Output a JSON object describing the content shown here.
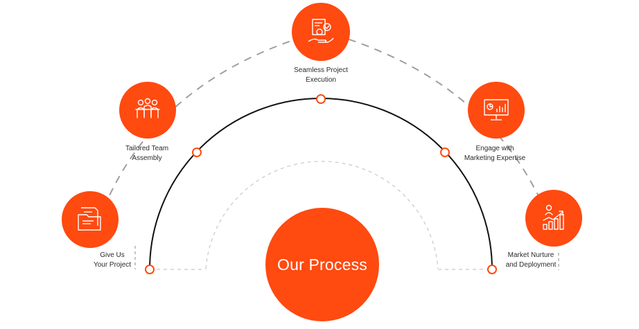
{
  "colors": {
    "accent": "#ff4a10",
    "arc": "#111111",
    "dashed": "#9e9e9e",
    "inner_dashed": "#c8c8c8",
    "node_fill": "#ffffff"
  },
  "center": {
    "title": "Our Process"
  },
  "steps": [
    {
      "icon": "document-folder-icon",
      "line1": "Give Us",
      "line2": "Your Project"
    },
    {
      "icon": "team-group-icon",
      "line1": "Tailored Team",
      "line2": "Assembly"
    },
    {
      "icon": "project-execution-icon",
      "line1": "Seamless Project",
      "line2": "Execution"
    },
    {
      "icon": "monitor-analytics-icon",
      "line1": "Engage with",
      "line2": "Marketing Expertise"
    },
    {
      "icon": "growth-chart-icon",
      "line1": "Market Nurture",
      "line2": "and Deployment"
    }
  ]
}
